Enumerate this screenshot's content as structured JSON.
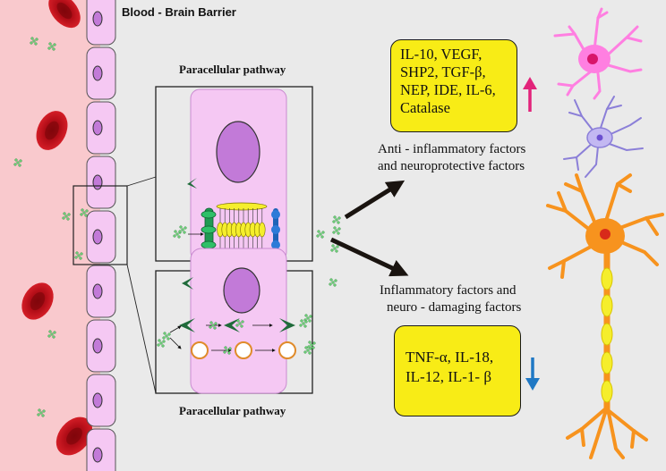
{
  "title": "Blood - Brain Barrier",
  "paracellular_top": "Paracellular pathway",
  "paracellular_bottom": "Paracellular pathway",
  "anti_box": {
    "lines": [
      "IL-10, VEGF,",
      "SHP2, TGF-β,",
      "NEP, IDE, IL-6,",
      "Catalase"
    ],
    "arrow_icon": "up-arrow-icon",
    "arrow_color": "#e2237a"
  },
  "anti_label": [
    "Anti - inflammatory factors",
    "and neuroprotective factors"
  ],
  "inflam_label": [
    "Inflammatory factors and",
    "neuro - damaging factors"
  ],
  "inflam_box": {
    "lines": [
      "TNF-α, IL-18,",
      "IL-12, IL-1- β"
    ],
    "arrow_icon": "down-arrow-icon",
    "arrow_color": "#1f78c4"
  },
  "colors": {
    "blood": "#f9c9cd",
    "endothelial": "#f5c8f3",
    "nucleus": "#c27ad8",
    "rbc": "#c4111a",
    "yellow_box": "#f8ec16",
    "neuron": "#f7931e",
    "myelin": "#f5ee2c",
    "astrocyte": "#ff7fe1",
    "microglia": "#8b7fd8",
    "exosome": "#6fd07a"
  }
}
